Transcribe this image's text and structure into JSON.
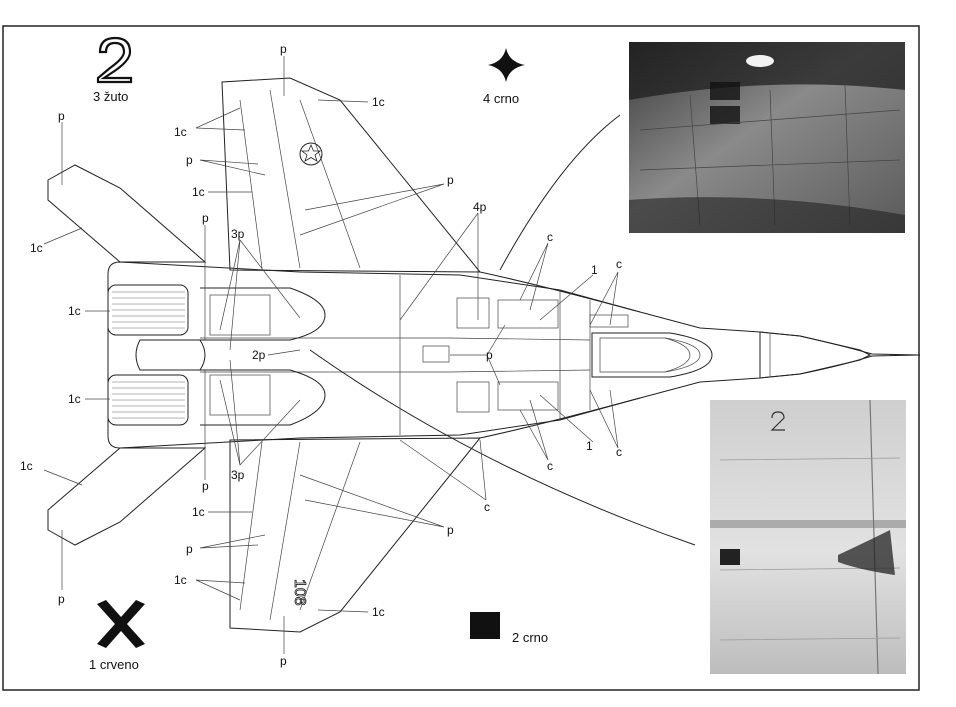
{
  "legend": {
    "item_2_zuto": "3 žuto",
    "item_4_crno": "4 crno",
    "item_1_crveno": "1 crveno",
    "item_2_crno": "2 crno"
  },
  "callouts": {
    "p": "p",
    "c": "c",
    "one": "1",
    "one_c": "1c",
    "three_p": "3p",
    "two_p": "2p",
    "four_p": "4p"
  },
  "markings": {
    "serial_number": "108"
  },
  "colors": {
    "ink": "#222222",
    "photo_dark": "#2b2b2b",
    "photo_light": "#d8d8d8",
    "square_black": "#111111"
  },
  "icons": [
    "numeral-2-stencil-icon",
    "four-point-star-icon",
    "x-cross-icon",
    "black-square-icon",
    "roundel-star-icon"
  ]
}
